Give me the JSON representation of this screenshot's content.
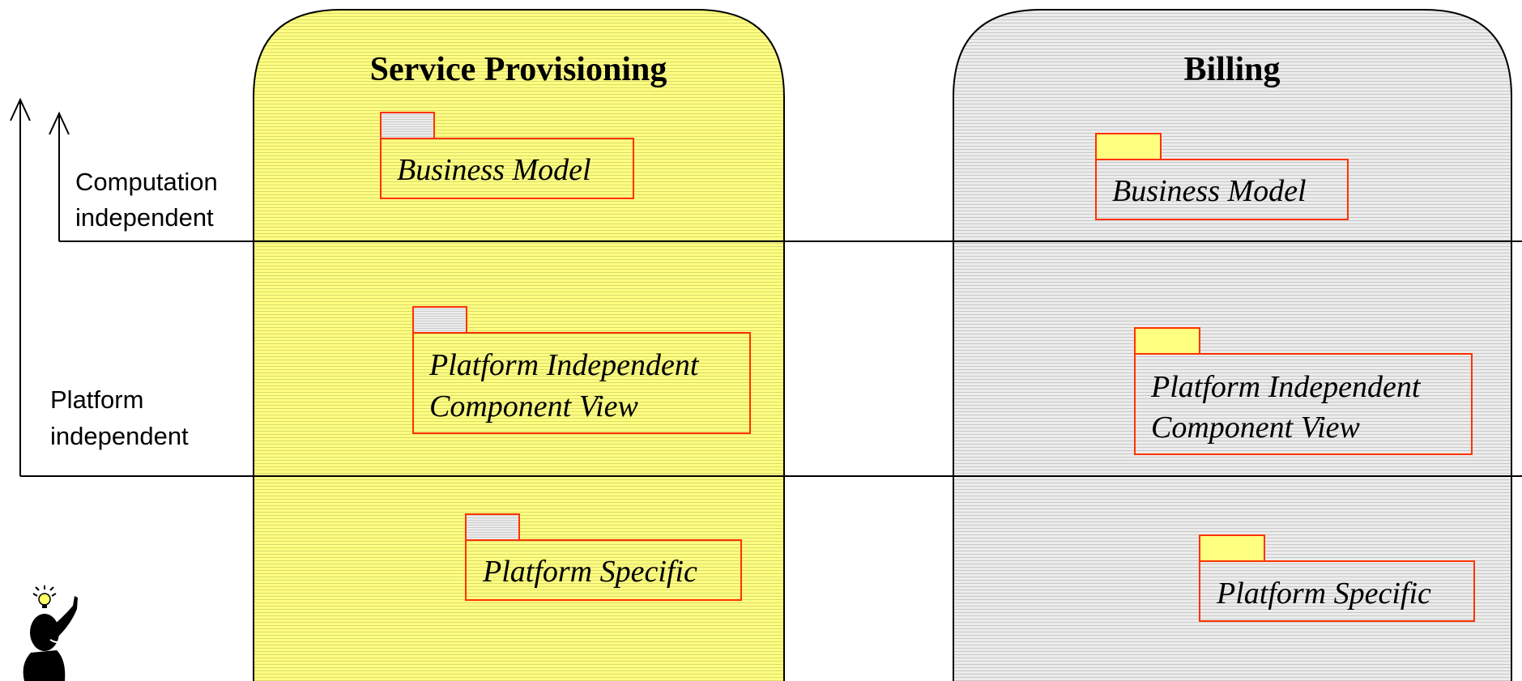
{
  "columns": [
    {
      "title": "Service Provisioning",
      "fill": "#ffff80",
      "tab_fill": "#e6e6e6",
      "packages": [
        {
          "lines": [
            "Business Model"
          ]
        },
        {
          "lines": [
            "Platform Independent",
            "Component View"
          ]
        },
        {
          "lines": [
            "Platform Specific"
          ]
        }
      ]
    },
    {
      "title": "Billing",
      "fill": "#e6e6e6",
      "tab_fill": "#ffff80",
      "packages": [
        {
          "lines": [
            "Business Model"
          ]
        },
        {
          "lines": [
            "Platform Independent",
            "Component View"
          ]
        },
        {
          "lines": [
            "Platform Specific"
          ]
        }
      ]
    }
  ],
  "axis_labels": {
    "computation": [
      "Computation",
      "independent"
    ],
    "platform": [
      "Platform",
      "independent"
    ]
  },
  "colors": {
    "package_border": "#ff3300",
    "hatch_line": "#c8c8c8",
    "line": "#000000"
  },
  "icons": [
    "idea-person-icon",
    "lightbulb-icon"
  ]
}
